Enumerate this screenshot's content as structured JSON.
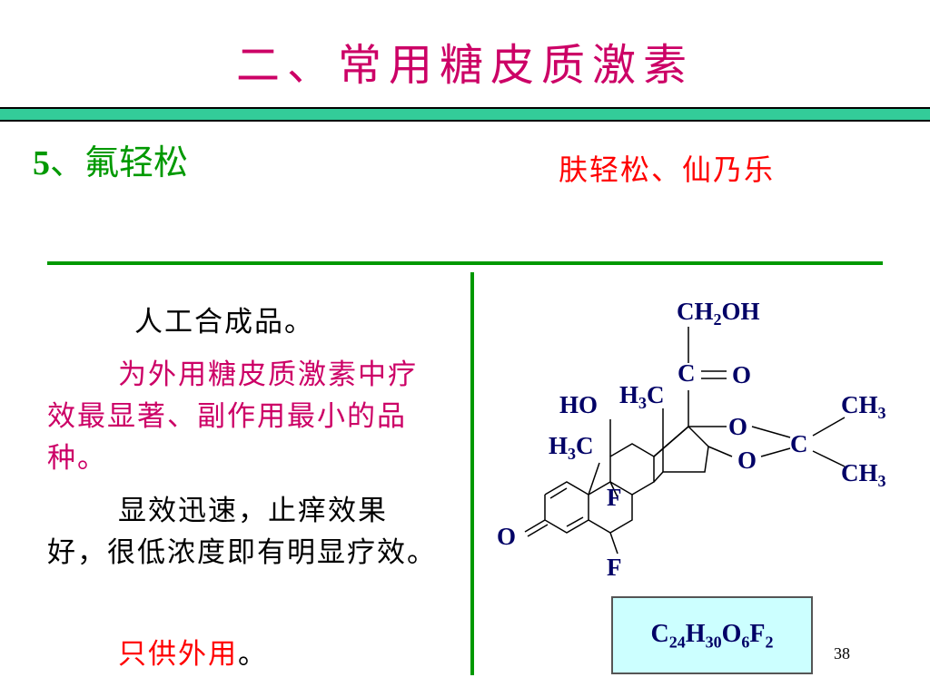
{
  "slide": {
    "title": "二、常用糖皮质激素",
    "subtitle_number": "5",
    "subtitle_text": "、氟轻松",
    "alias": "肤轻松、仙乃乐",
    "para1": "人工合成品。",
    "para2": "为外用糖皮质激素中疗效最显著、副作用最小的品种。",
    "para3": "显效迅速，止痒效果好，很低浓度即有明显疗效。",
    "para4_text": "只供外用",
    "para4_period": "。",
    "page_number": "38"
  },
  "structure": {
    "ch2oh_main": "CH",
    "ch2oh_sub": "2",
    "ch2oh_tail": "OH",
    "carbonyl_c": "C",
    "carbonyl_o": "O",
    "ho": "HO",
    "h3c_top_h": "H",
    "h3c_top_sub": "3",
    "h3c_top_c": "C",
    "h3c_left_h": "H",
    "h3c_left_sub": "3",
    "h3c_left_c": "C",
    "ch3_top_main": "CH",
    "ch3_top_sub": "3",
    "ch3_bottom_main": "CH",
    "ch3_bottom_sub": "3",
    "o_upper": "O",
    "o_lower": "O",
    "acetal_c": "C",
    "f9": "F",
    "f6": "F",
    "ketone_o": "O"
  },
  "formula": {
    "c": "C",
    "c_n": "24",
    "h": "H",
    "h_n": "30",
    "o": "O",
    "o_n": "6",
    "f": "F",
    "f_n": "2"
  },
  "colors": {
    "title": "#cc0066",
    "bar": "#33cc99",
    "subtitle": "#009900",
    "alias": "#ff0000",
    "highlight": "#cc0066",
    "formula_box": "#ccffff",
    "structure_text": "#000066"
  }
}
